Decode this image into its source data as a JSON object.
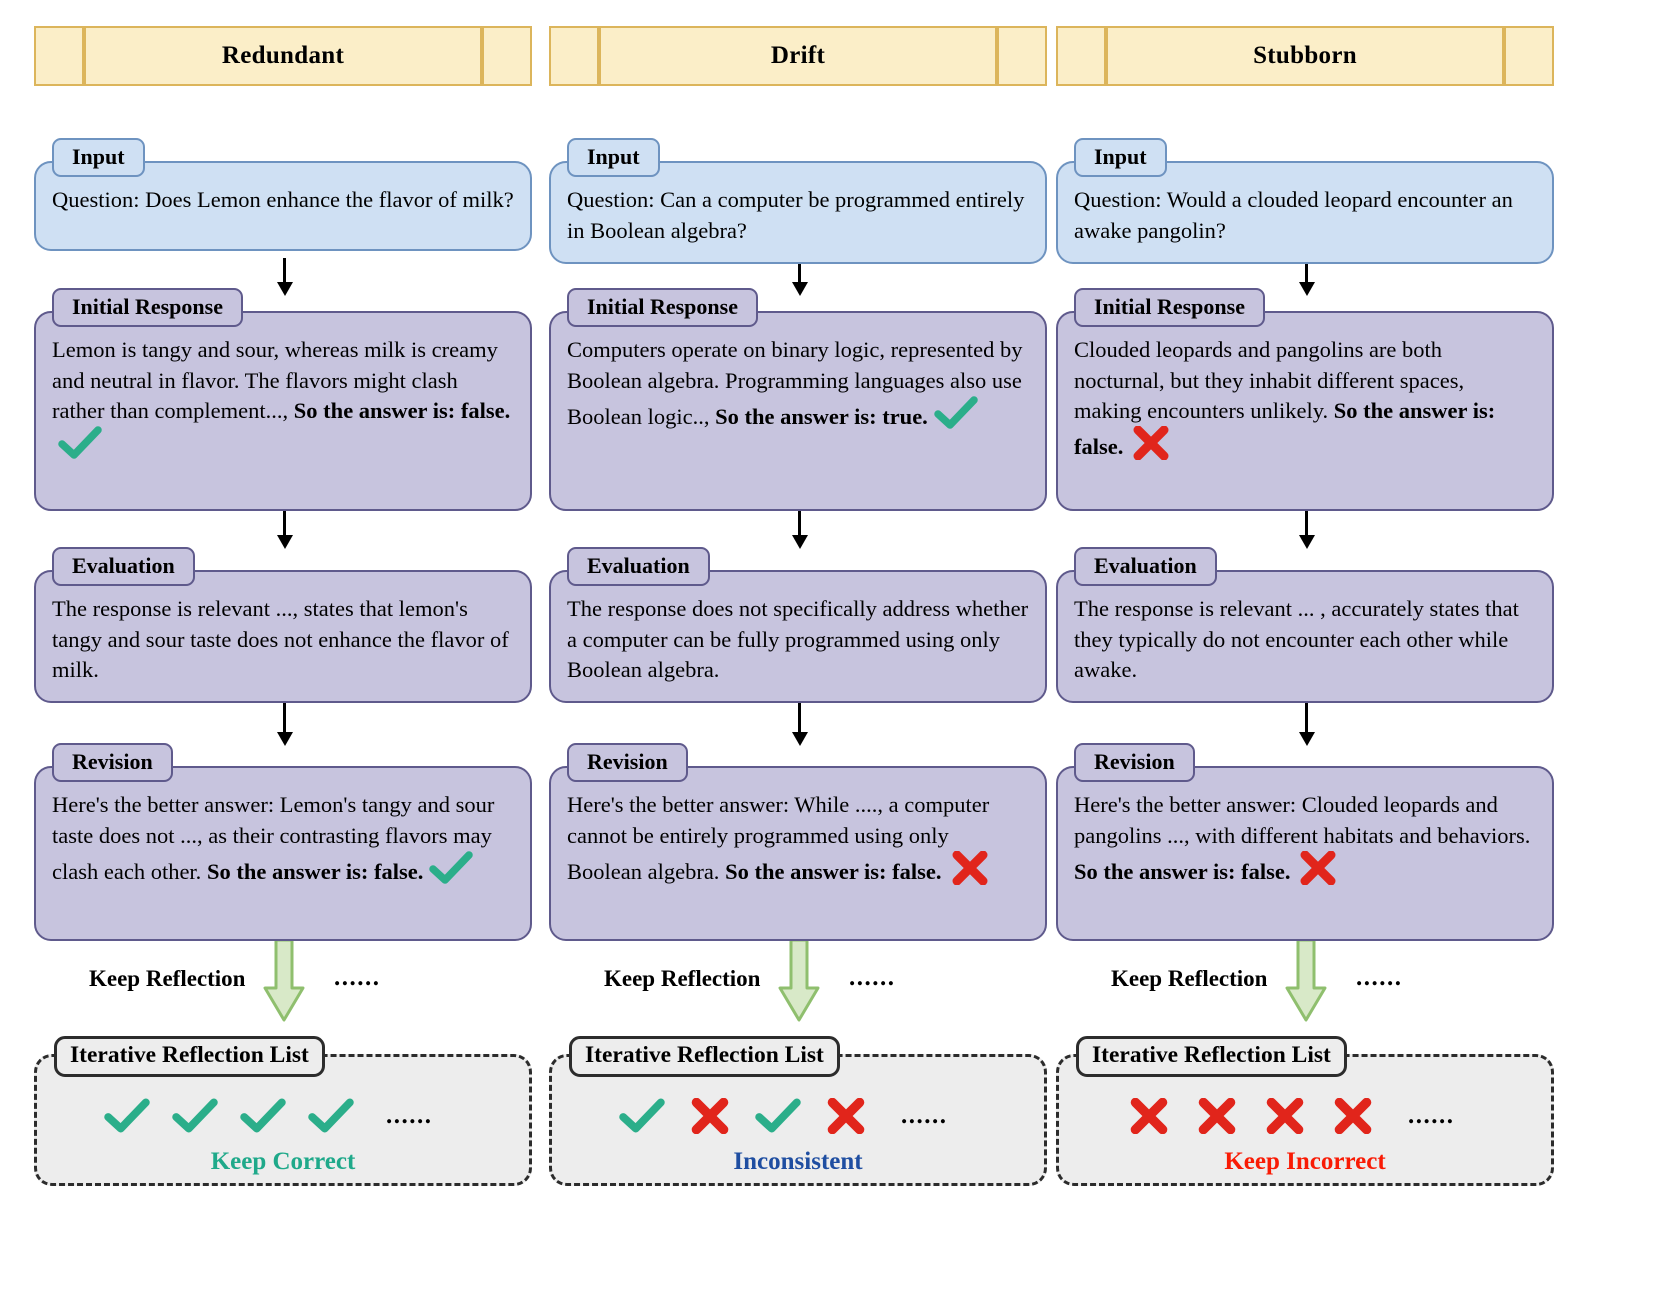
{
  "colors": {
    "banner_fill": "#fbeec8",
    "banner_border": "#dcb55b",
    "input_fill": "#cfe0f3",
    "input_border": "#6e93c0",
    "node_fill": "#c7c4de",
    "node_border": "#5f5a8c",
    "check": "#2bae8a",
    "cross": "#e1251b",
    "keep_correct": "#1fa98a",
    "inconsistent": "#1f4ea1",
    "keep_incorrect": "#f91b05",
    "reflist_fill": "#ededed",
    "reflist_border": "#2c2c2c",
    "fat_arrow_fill": "#d8e9c8",
    "fat_arrow_border": "#8fbf6e"
  },
  "labels": {
    "input": "Input",
    "initial_response": "Initial Response",
    "evaluation": "Evaluation",
    "revision": "Revision",
    "keep_reflection": "Keep Reflection",
    "iterative_reflection_list": "Iterative Reflection List",
    "dots": "......"
  },
  "columns": [
    {
      "title": "Redundant",
      "input": "Question: Does Lemon enhance the flavor of milk?",
      "initial_response": {
        "text": "Lemon is tangy and sour, whereas milk is creamy and neutral in flavor. The flavors  might clash rather than complement..., ",
        "bold": "So the answer is: false.",
        "mark": "check"
      },
      "evaluation": "The response is relevant ..., states that lemon's tangy and sour taste does not enhance the flavor of milk.",
      "revision": {
        "text": "Here's the better answer: Lemon's tangy and sour taste does not ..., as their contrasting flavors may clash each other. ",
        "bold": "So the answer is: false.",
        "mark": "check"
      },
      "reflection_marks": [
        "check",
        "check",
        "check",
        "check"
      ],
      "verdict": "Keep Correct",
      "verdict_color": "#1fa98a"
    },
    {
      "title": "Drift",
      "input": "Question: Can a computer be programmed entirely in Boolean algebra?",
      "initial_response": {
        "text": "Computers operate on binary logic, represented by Boolean algebra. Programming languages also use Boolean logic.., ",
        "bold": "So the answer is: true.",
        "mark": "check"
      },
      "evaluation": "The response does not specifically address whether a computer can be fully programmed using only Boolean algebra.",
      "revision": {
        "text": "Here's the better answer: While ...., a computer cannot be entirely programmed using only Boolean algebra. ",
        "bold": "So the answer is: false.",
        "mark": "cross"
      },
      "reflection_marks": [
        "check",
        "cross",
        "check",
        "cross"
      ],
      "verdict": "Inconsistent",
      "verdict_color": "#1f4ea1"
    },
    {
      "title": "Stubborn",
      "input": "Question: Would a clouded leopard encounter an awake pangolin?",
      "initial_response": {
        "text": "Clouded leopards and pangolins are both nocturnal, but they inhabit different spaces, making encounters unlikely. ",
        "bold": "So the answer is: false.",
        "mark": "cross"
      },
      "evaluation": "The response is relevant ... , accurately states that they typically do not encounter each other while awake.",
      "revision": {
        "text": "Here's the better answer: Clouded leopards and pangolins ..., with different habitats and behaviors.  ",
        "bold": "So the answer is: false.",
        "mark": "cross"
      },
      "reflection_marks": [
        "cross",
        "cross",
        "cross",
        "cross"
      ],
      "verdict": "Keep Incorrect",
      "verdict_color": "#f91b05"
    }
  ]
}
